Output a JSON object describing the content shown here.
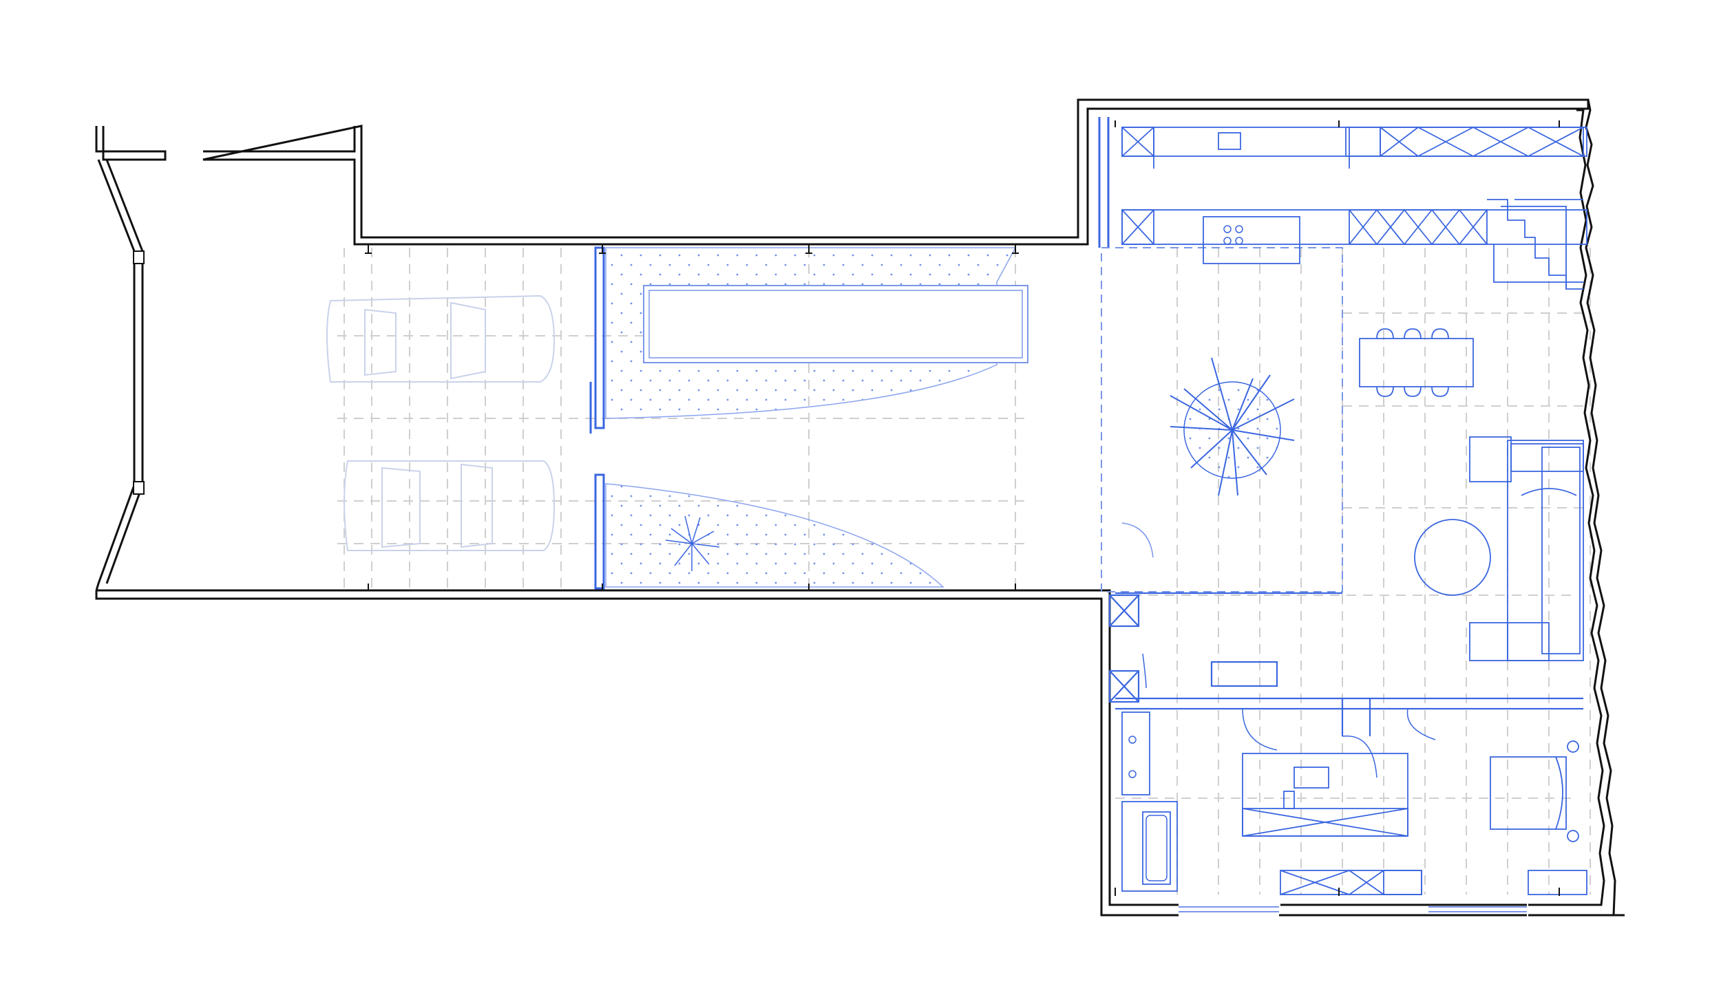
{
  "drawing": {
    "type": "architectural-floor-plan",
    "annotation_text": "",
    "colors": {
      "background": "#ffffff",
      "wall": "#111111",
      "furniture": "#3a66e0",
      "furniture_light": "#9db3ef",
      "grid": "#c8c8c8",
      "car_outline": "#c9d2ea",
      "stipple": "#6f8fe8"
    },
    "zones": [
      {
        "id": "carport",
        "label": ""
      },
      {
        "id": "courtyard-garden",
        "label": ""
      },
      {
        "id": "kitchen",
        "label": ""
      },
      {
        "id": "living-dining",
        "label": ""
      },
      {
        "id": "atrium-planter",
        "label": ""
      },
      {
        "id": "bathroom",
        "label": ""
      },
      {
        "id": "bedroom",
        "label": ""
      }
    ],
    "symbols": [
      "car-icon",
      "plant-icon",
      "stair-icon",
      "door-swing-icon",
      "bed-icon",
      "bathtub-icon",
      "sink-icon",
      "sofa-icon",
      "dining-table-icon",
      "round-table-icon",
      "cooktop-icon"
    ]
  }
}
